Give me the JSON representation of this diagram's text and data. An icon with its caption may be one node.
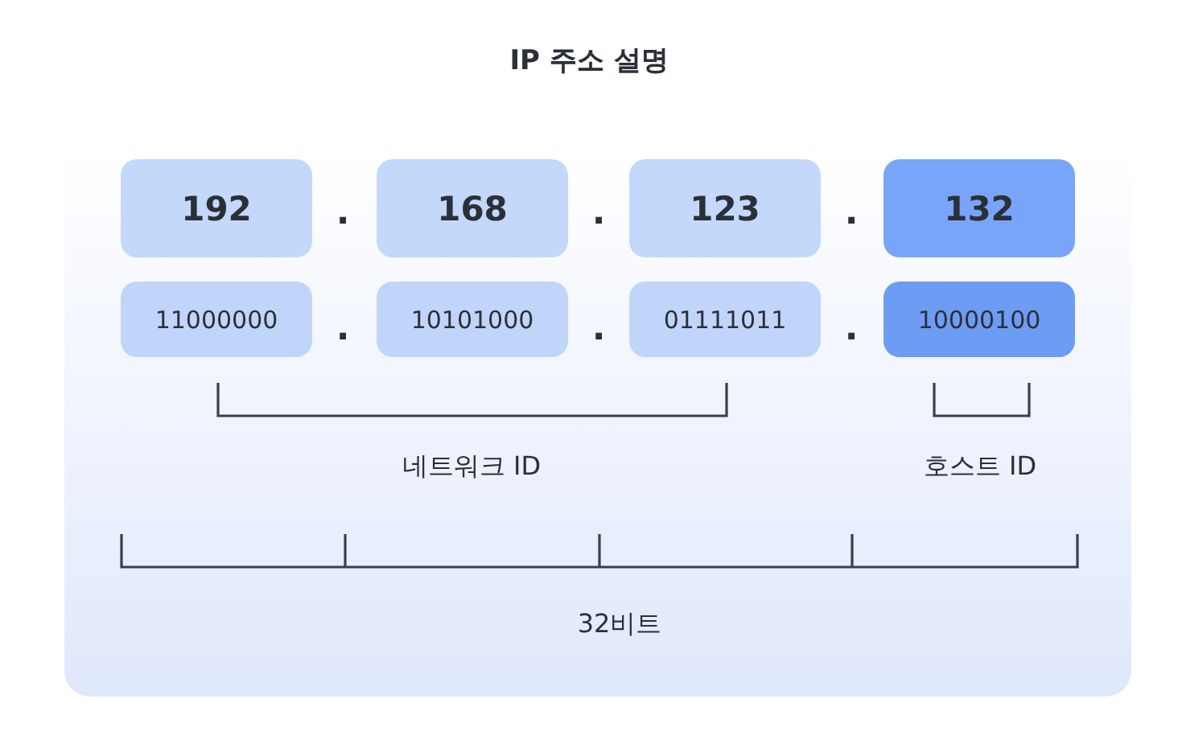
{
  "diagram": {
    "title": "IP 주소 설명",
    "nodes": [
      {
        "text": [
          "192"
        ]
      },
      {
        "text": [
          "168"
        ]
      },
      {
        "text": [
          "123"
        ]
      },
      {
        "text": [
          "132"
        ]
      },
      {
        "text": [
          "11000000"
        ]
      },
      {
        "text": [
          "10101000"
        ]
      },
      {
        "text": [
          "01111011"
        ]
      },
      {
        "text": [
          "10000100"
        ]
      }
    ],
    "labels": [
      ".",
      ".",
      ".",
      ".",
      ".",
      ".",
      "네트워크 ID",
      "호스트 ID",
      "32비트"
    ]
  }
}
